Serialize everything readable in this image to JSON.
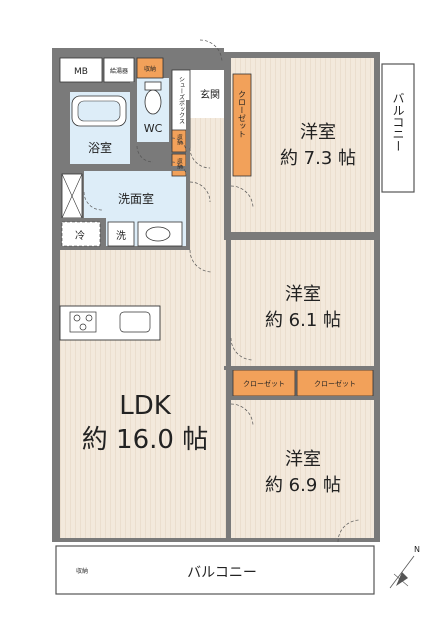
{
  "rooms": {
    "western_1": {
      "name": "洋室",
      "size": "約 7.3 帖"
    },
    "western_2": {
      "name": "洋室",
      "size": "約 6.1 帖"
    },
    "western_3": {
      "name": "洋室",
      "size": "約 6.9 帖"
    },
    "ldk": {
      "name": "LDK",
      "size": "約 16.0 帖"
    },
    "bath": "浴室",
    "wc": "WC",
    "washroom": "洗面室",
    "entrance": "玄関"
  },
  "labels": {
    "mb": "MB",
    "water_heater": "給湯器",
    "storage": "収納",
    "shoe_box": "シューズボックス",
    "closet": "クローゼット",
    "fridge": "冷",
    "washer": "洗",
    "balcony": "バルコニー"
  },
  "colors": {
    "wall": "#7a7a7a",
    "floor": "#f2e8db",
    "wet_area": "#ddedf8",
    "storage": "#f2a15a",
    "line": "#333333"
  },
  "north_mark": "N"
}
